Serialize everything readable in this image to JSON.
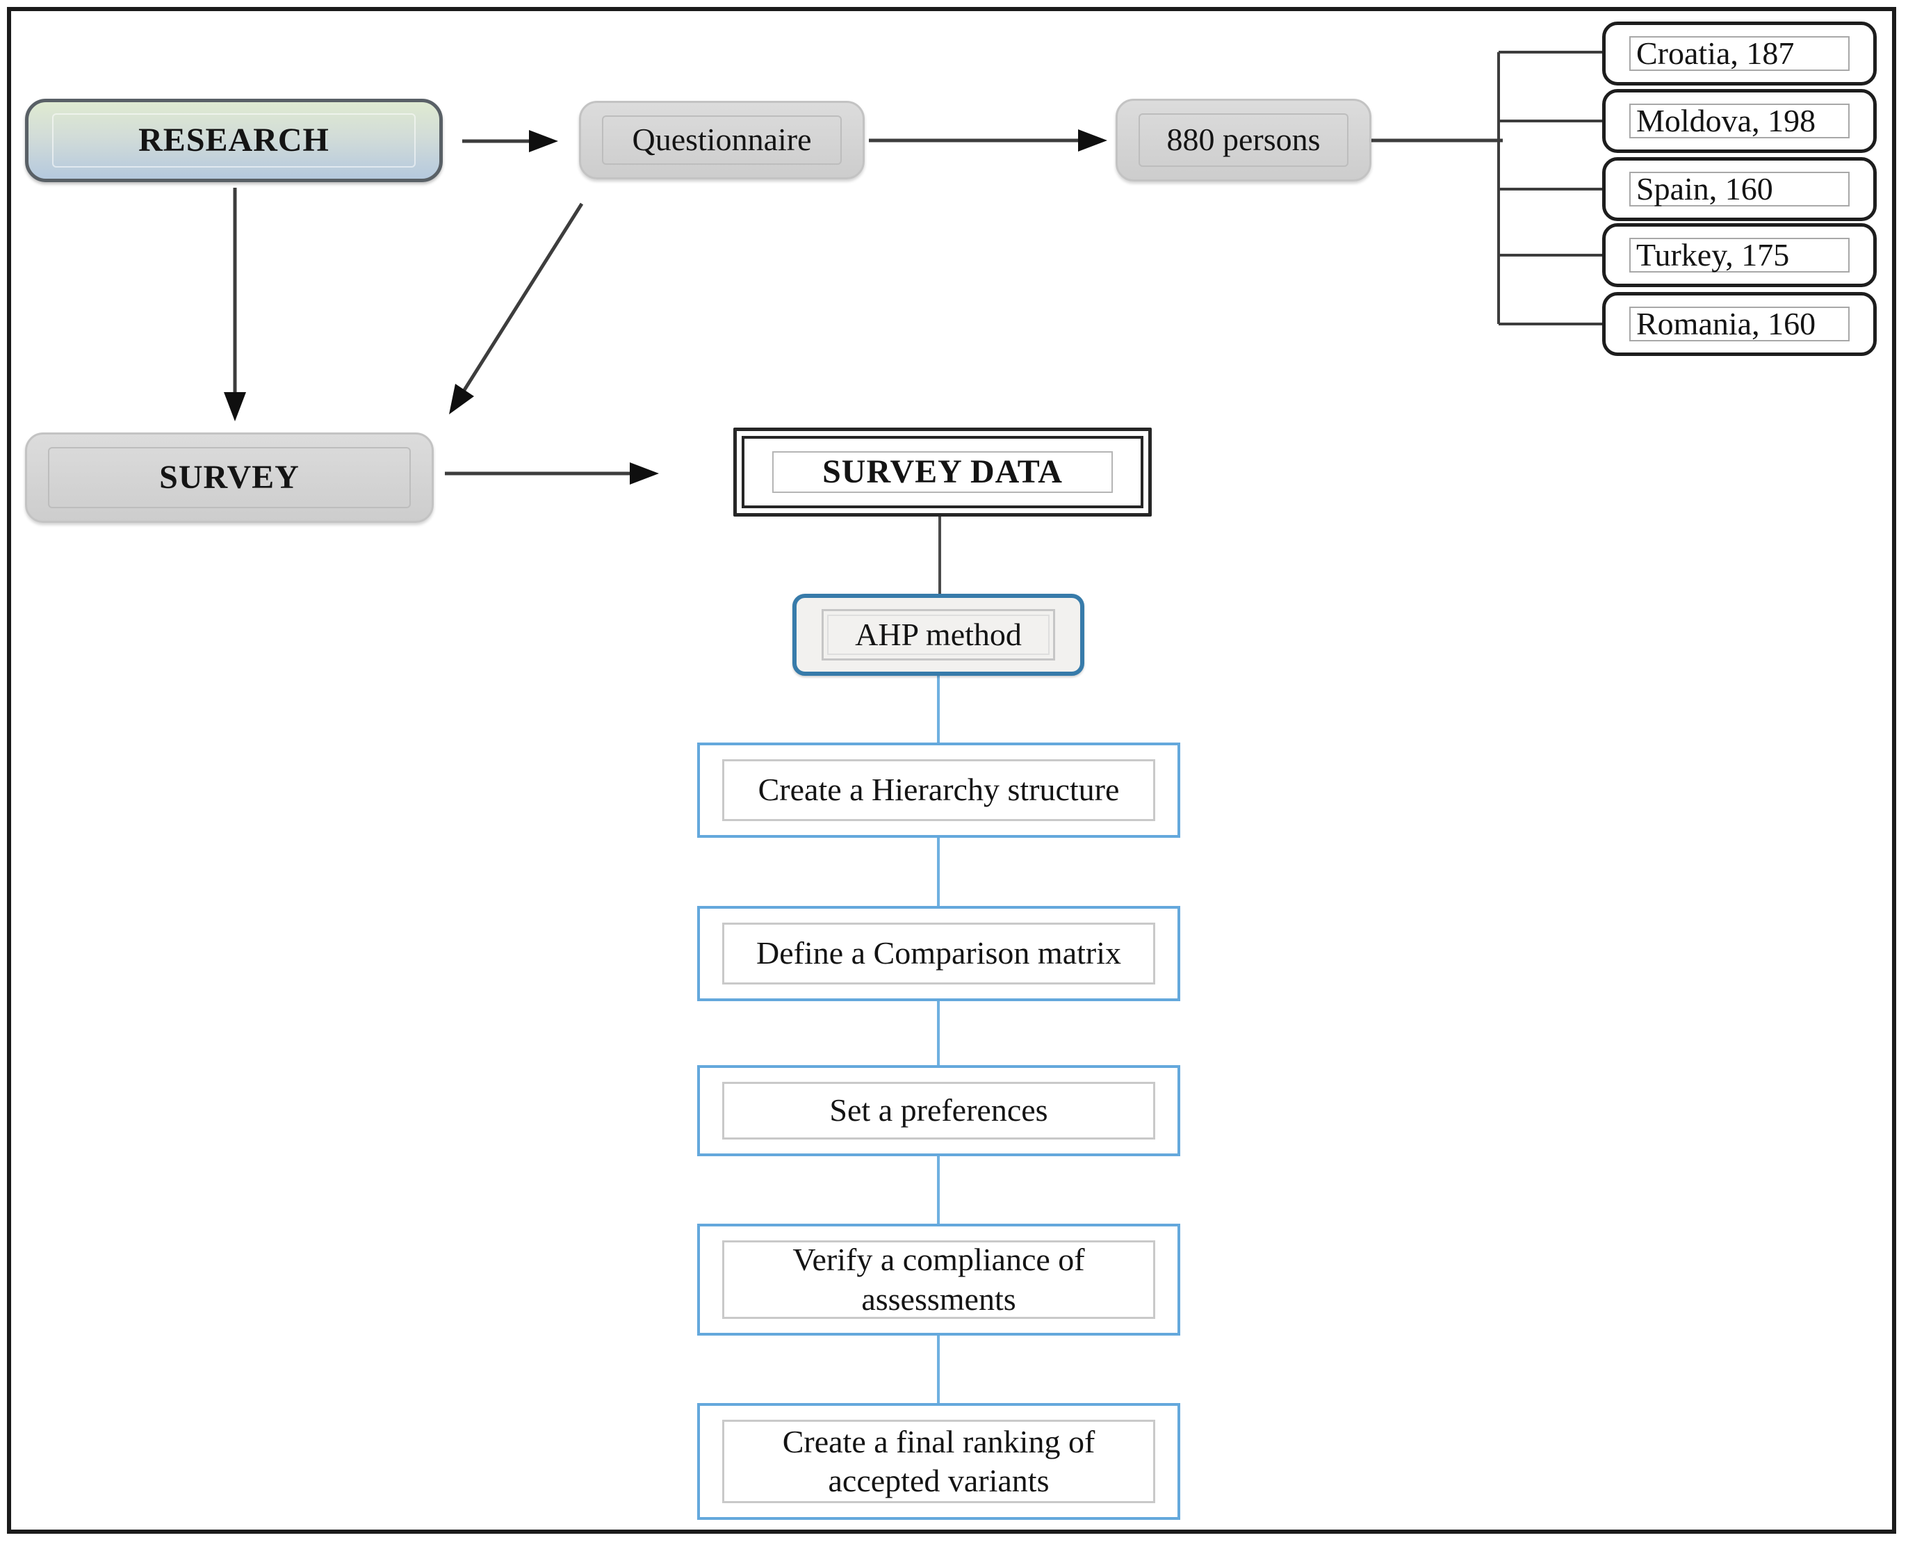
{
  "nodes": {
    "research": {
      "label": "RESEARCH"
    },
    "questionnaire": {
      "label": "Questionnaire"
    },
    "persons": {
      "label": "880 persons"
    },
    "survey": {
      "label": "SURVEY"
    },
    "survey_data": {
      "label": "SURVEY DATA"
    },
    "ahp": {
      "label": "AHP method"
    }
  },
  "countries": [
    {
      "label": "Croatia, 187"
    },
    {
      "label": "Moldova, 198"
    },
    {
      "label": "Spain, 160"
    },
    {
      "label": "Turkey, 175"
    },
    {
      "label": "Romania, 160"
    }
  ],
  "steps": [
    {
      "label": "Create a Hierarchy structure"
    },
    {
      "label": "Define a Comparison matrix"
    },
    {
      "label": "Set a preferences"
    },
    {
      "label": "Verify a compliance of assessments"
    },
    {
      "label": "Create a final ranking of accepted variants"
    }
  ],
  "colors": {
    "research_gradient_top": "#dfead1",
    "research_gradient_bottom": "#b5c9de",
    "grey_node_fill": "#d5d5d5",
    "country_border": "#1d1d1d",
    "ahp_border": "#377baa",
    "step_border": "#64a8dc",
    "connector_blue": "#6fb0e0",
    "connector_dark": "#3d3d3d"
  }
}
